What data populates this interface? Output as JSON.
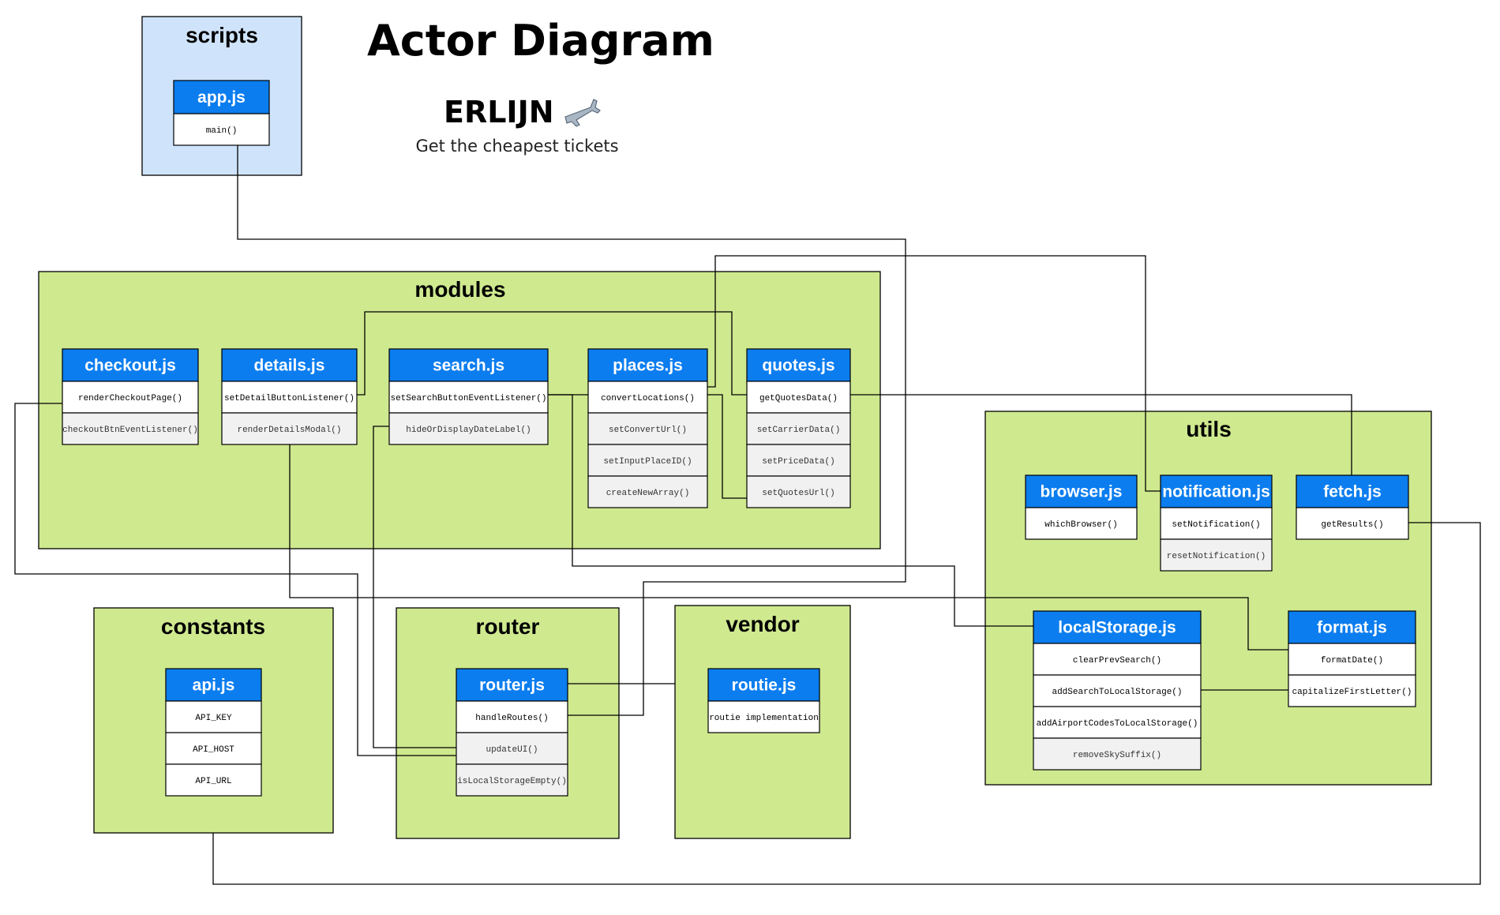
{
  "title": "Actor Diagram",
  "brand": {
    "name": "ERLIJN",
    "emoji": "✈️",
    "tagline": "Get the cheapest tickets"
  },
  "colors": {
    "group_fill_green": "#cfe98f",
    "group_fill_blue": "#cfe4fb",
    "header_blue": "#0b7def",
    "row_white": "#ffffff",
    "row_grey": "#f1f1f1",
    "line": "#000000"
  },
  "groups": {
    "scripts": {
      "title": "scripts"
    },
    "modules": {
      "title": "modules"
    },
    "utils": {
      "title": "utils"
    },
    "constants": {
      "title": "constants"
    },
    "router": {
      "title": "router"
    },
    "vendor": {
      "title": "vendor"
    }
  },
  "modules": {
    "app": {
      "title": "app.js",
      "fns": [
        "main()"
      ]
    },
    "checkout": {
      "title": "checkout.js",
      "fns": [
        "renderCheckoutPage()",
        "checkoutBtnEventListener()"
      ]
    },
    "details": {
      "title": "details.js",
      "fns": [
        "setDetailButtonListener()",
        "renderDetailsModal()"
      ]
    },
    "search": {
      "title": "search.js",
      "fns": [
        "setSearchButtonEventListener()",
        "hideOrDisplayDateLabel()"
      ]
    },
    "places": {
      "title": "places.js",
      "fns": [
        "convertLocations()",
        "setConvertUrl()",
        "setInputPlaceID()",
        "createNewArray()"
      ]
    },
    "quotes": {
      "title": "quotes.js",
      "fns": [
        "getQuotesData()",
        "setCarrierData()",
        "setPriceData()",
        "setQuotesUrl()"
      ]
    },
    "browser": {
      "title": "browser.js",
      "fns": [
        "whichBrowser()"
      ]
    },
    "notification": {
      "title": "notification.js",
      "fns": [
        "setNotification()",
        "resetNotification()"
      ]
    },
    "fetch": {
      "title": "fetch.js",
      "fns": [
        "getResults()"
      ]
    },
    "localStorage": {
      "title": "localStorage.js",
      "fns": [
        "clearPrevSearch()",
        "addSearchToLocalStorage()",
        "addAirportCodesToLocalStorage()",
        "removeSkySuffix()"
      ]
    },
    "format": {
      "title": "format.js",
      "fns": [
        "formatDate()",
        "capitalizeFirstLetter()"
      ]
    },
    "api": {
      "title": "api.js",
      "fns": [
        "API_KEY",
        "API_HOST",
        "API_URL"
      ]
    },
    "router": {
      "title": "router.js",
      "fns": [
        "handleRoutes()",
        "updateUI()",
        "isLocalStorageEmpty()"
      ]
    },
    "routie": {
      "title": "routie.js",
      "fns": [
        "routie implementation"
      ]
    }
  }
}
